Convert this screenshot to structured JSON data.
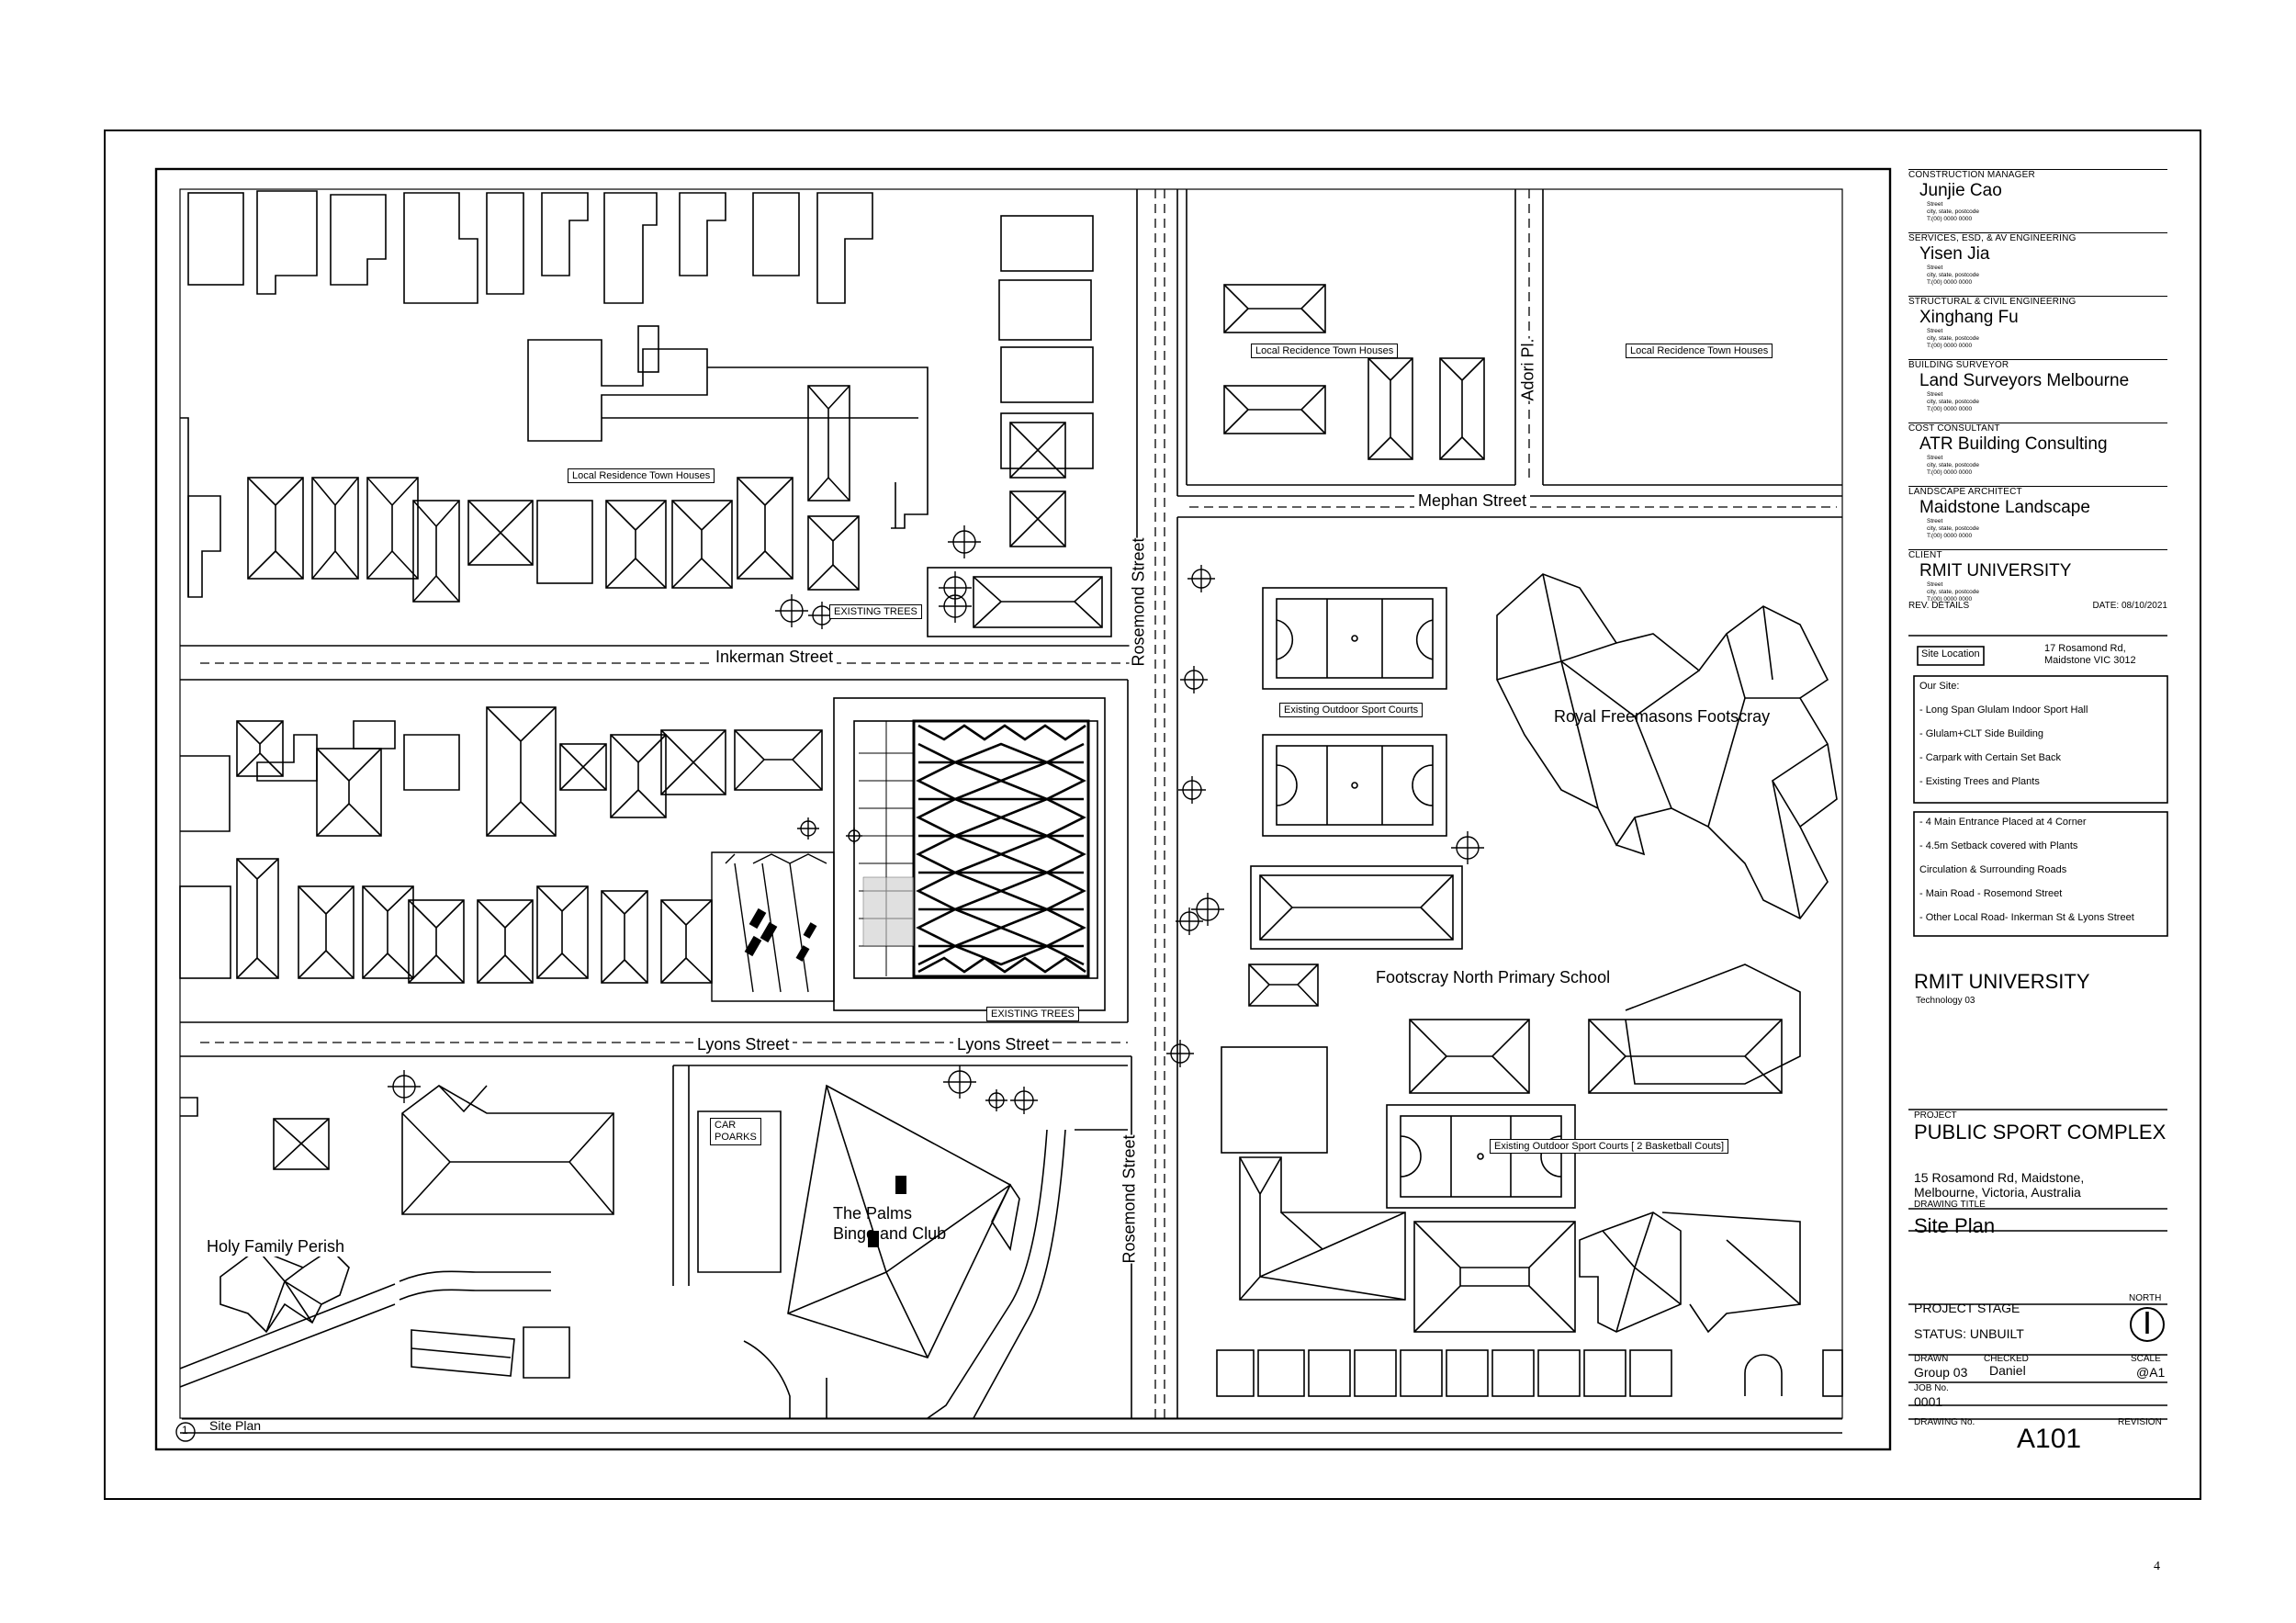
{
  "map_labels": {
    "inkerman_street": "Inkerman Street",
    "lyons_street_1": "Lyons Street",
    "lyons_street_2": "Lyons Street",
    "rosemond_street_1": "Rosemond Street",
    "rosemond_street_2": "Rosemond Street",
    "mephan_street": "Mephan Street",
    "adori_pl": "Adori Pl.",
    "royal_freemasons": "Royal Freemasons Footscray",
    "footscray_north_primary": "Footscray North Primary School",
    "holy_family": "Holy Family Perish",
    "palms_line1": "The Palms",
    "palms_line2": "Bingo and Club",
    "local_residence_1": "Local Recidence Town Houses",
    "local_residence_2": "Local Recidence Town Houses",
    "local_residence_3": "Local Residence Town Houses",
    "existing_trees_1": "EXISTING TREES",
    "existing_trees_2": "EXISTING TREES",
    "existing_courts_1": "Existing Outdoor Sport Courts",
    "existing_courts_2": "Existing Outdoor Sport Courts [ 2 Basketball Couts]",
    "car_parks_line1": "CAR",
    "car_parks_line2": "POARKS",
    "view_number": "1",
    "view_title": "Site Plan"
  },
  "title_block": {
    "consultants": [
      {
        "role": "CONSTRUCTION MANAGER",
        "name": "Junjie Cao",
        "addr1": "Street",
        "addr2": "city, state, postcode",
        "addr3": "T:(00) 0000 0000"
      },
      {
        "role": "SERVICES, ESD, & AV ENGINEERING",
        "name": "Yisen Jia",
        "addr1": "Street",
        "addr2": "city, state, postcode",
        "addr3": "T:(00) 0000 0000"
      },
      {
        "role": "STRUCTURAL & CIVIL ENGINEERING",
        "name": "Xinghang Fu",
        "addr1": "Street",
        "addr2": "city, state, postcode",
        "addr3": "T:(00) 0000 0000"
      },
      {
        "role": "BUILDING SURVEYOR",
        "name": "Land Surveyors Melbourne",
        "addr1": "Street",
        "addr2": "city, state, postcode",
        "addr3": "T:(00) 0000 0000"
      },
      {
        "role": "COST CONSULTANT",
        "name": "ATR Building Consulting",
        "addr1": "Street",
        "addr2": "city, state, postcode",
        "addr3": "T:(00) 0000 0000"
      },
      {
        "role": "LANDSCAPE ARCHITECT",
        "name": "Maidstone Landscape",
        "addr1": "Street",
        "addr2": "city, state, postcode",
        "addr3": "T:(00) 0000 0000"
      },
      {
        "role": "CLIENT",
        "name": "RMIT UNIVERSITY",
        "addr1": "Street",
        "addr2": "city, state, postcode",
        "addr3": "T:(00) 0000 0000"
      }
    ],
    "rev_details": "REV.  DETAILS",
    "date": "DATE: 08/10/2021",
    "site_location_label": "Site Location",
    "site_address_line1": "17 Rosamond Rd,",
    "site_address_line2": "Maidstone VIC 3012",
    "our_site_title": "Our Site:",
    "our_site_items": [
      "- Long Span Glulam Indoor Sport Hall",
      "- Glulam+CLT Side Building",
      "- Carpark with Certain Set Back",
      "- Existing Trees and Plants"
    ],
    "notes_items": [
      "- 4 Main Entrance Placed at 4 Corner",
      "-  4.5m Setback covered with Plants",
      "Circulation & Surrounding Roads",
      "- Main Road - Rosemond Street",
      "- Other Local Road- Inkerman St & Lyons Street"
    ],
    "university": "RMIT UNIVERSITY",
    "course": "Technology 03",
    "project_label": "PROJECT",
    "project_name": "PUBLIC SPORT COMPLEX",
    "project_address_line1": "15 Rosamond Rd, Maidstone,",
    "project_address_line2": "Melbourne, Victoria, Australia",
    "drawing_title_label": "DRAWING TITLE",
    "drawing_title": "Site Plan",
    "project_stage": "PROJECT STAGE",
    "status": "STATUS: UNBUILT",
    "north_label": "NORTH",
    "drawn_label": "DRAWN",
    "checked_label": "CHECKED",
    "scale_label": "SCALE",
    "drawn_value": "Group 03",
    "checked_value": "Daniel",
    "scale_value": "@A1",
    "job_no_label": "JOB No.",
    "job_no": "0001",
    "drawing_no_label": "DRAWING No.",
    "revision_label": "REVISION",
    "drawing_no": "A101"
  },
  "page_number": "4"
}
